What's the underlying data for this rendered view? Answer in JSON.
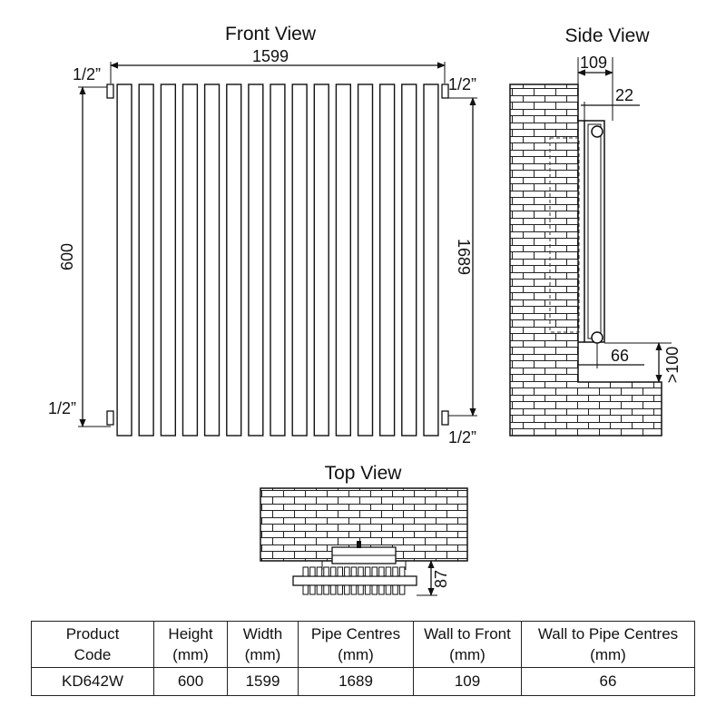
{
  "views": {
    "front": {
      "title": "Front View",
      "width_label": "1599",
      "height_label": "600",
      "pipe_centres_label": "1689",
      "fitting_labels": [
        "1/2”",
        "1/2”",
        "1/2”",
        "1/2”"
      ],
      "column_count": 15
    },
    "side": {
      "title": "Side View",
      "wall_to_front_label": "109",
      "bracket_label": "22",
      "wall_to_pipe_label": "66",
      "floor_clearance_label": ">100"
    },
    "top": {
      "title": "Top View",
      "depth_label": "87"
    }
  },
  "table": {
    "headers": [
      [
        "Product",
        "Code"
      ],
      [
        "Height",
        "(mm)"
      ],
      [
        "Width",
        "(mm)"
      ],
      [
        "Pipe Centres",
        "(mm)"
      ],
      [
        "Wall to Front",
        "(mm)"
      ],
      [
        "Wall to Pipe Centres",
        "(mm)"
      ]
    ],
    "rows": [
      [
        "KD642W",
        "600",
        "1599",
        "1689",
        "109",
        "66"
      ]
    ]
  }
}
